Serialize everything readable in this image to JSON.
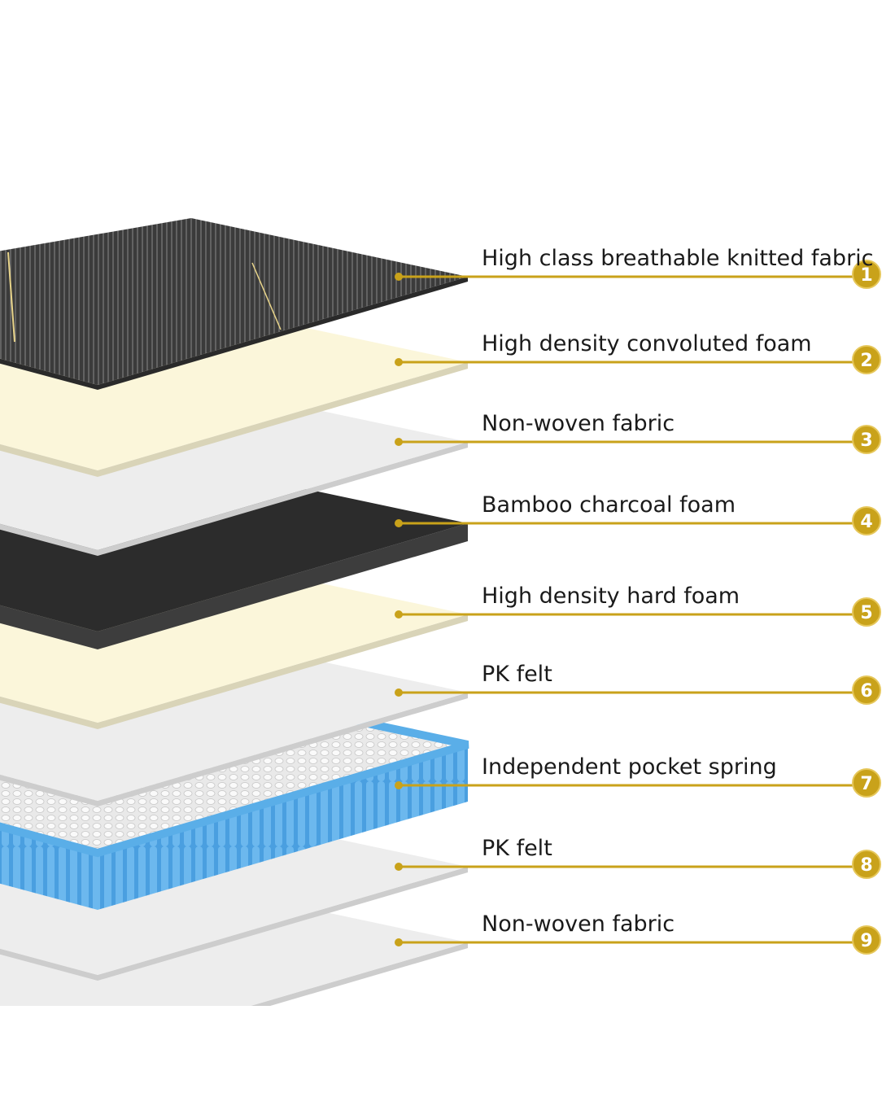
{
  "colors": {
    "accent": "#c9a21a",
    "fabric": "#3b3b3b",
    "cream": "#fbf6da",
    "light": "#ededed",
    "charcoal": "#2c2c2c",
    "spring": "#5aaee8"
  },
  "layers": [
    {
      "number": "1",
      "label": "High class breathable knitted fabric",
      "material": "fabric"
    },
    {
      "number": "2",
      "label": "High density convoluted foam",
      "material": "cream"
    },
    {
      "number": "3",
      "label": "Non-woven fabric",
      "material": "light"
    },
    {
      "number": "4",
      "label": "Bamboo charcoal foam",
      "material": "charcoal"
    },
    {
      "number": "5",
      "label": "High density hard foam",
      "material": "cream"
    },
    {
      "number": "6",
      "label": "PK felt",
      "material": "light"
    },
    {
      "number": "7",
      "label": "Independent pocket spring",
      "material": "spring"
    },
    {
      "number": "8",
      "label": "PK felt",
      "material": "light"
    },
    {
      "number": "9",
      "label": "Non-woven fabric",
      "material": "light"
    }
  ]
}
